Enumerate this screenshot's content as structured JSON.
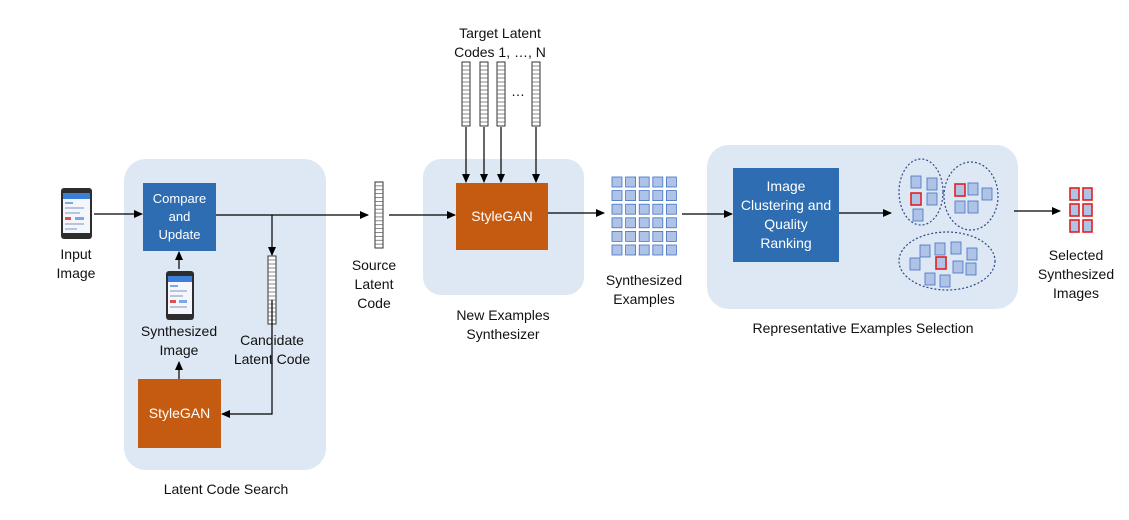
{
  "latent_code_search": {
    "group_label": "Latent Code Search",
    "compare_box": "Compare\nand\nUpdate",
    "stylegan_box": "StyleGAN",
    "synthesized_image_label": "Synthesized\nImage",
    "candidate_label": "Candidate\nLatent Code"
  },
  "input_image_label": "Input\nImage",
  "source_latent_label": "Source\nLatent\nCode",
  "target_latent_label": "Target Latent\nCodes 1, …, N",
  "ellipsis": "…",
  "new_examples": {
    "group_label": "New Examples\nSynthesizer",
    "stylegan_box": "StyleGAN"
  },
  "synthesized_examples_label": "Synthesized\nExamples",
  "representative": {
    "group_label": "Representative Examples Selection",
    "clustering_box": "Image\nClustering and\nQuality\nRanking"
  },
  "selected_label": "Selected\nSynthesized\nImages",
  "colors": {
    "group_bg": "#dde8f4",
    "blue_box": "#2e6db2",
    "orange_box": "#c55a11",
    "thumb_fill": "#aec3e6",
    "thumb_stroke": "#4472c4",
    "highlight": "#e02020"
  }
}
